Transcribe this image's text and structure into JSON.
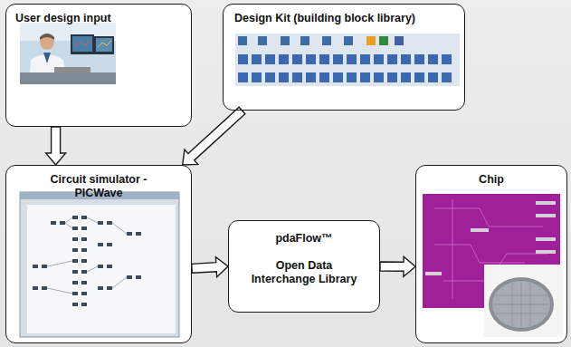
{
  "diagram": {
    "nodes": [
      {
        "text": [
          "User design input"
        ]
      },
      {
        "text": [
          "Design Kit (building block library)"
        ]
      },
      {
        "text": [
          "Circuit simulator - PICWave"
        ]
      },
      {
        "text": [
          "pdaFlow™",
          "Open Data Interchange Library"
        ]
      },
      {
        "text": [
          "Chip"
        ]
      }
    ],
    "edges": [
      {
        "from": 0,
        "to": 2,
        "arrow": "to"
      },
      {
        "from": 1,
        "to": 2,
        "arrow": "to"
      },
      {
        "from": 2,
        "to": 3,
        "arrow": "to"
      },
      {
        "from": 3,
        "to": 4,
        "arrow": "to"
      }
    ]
  }
}
